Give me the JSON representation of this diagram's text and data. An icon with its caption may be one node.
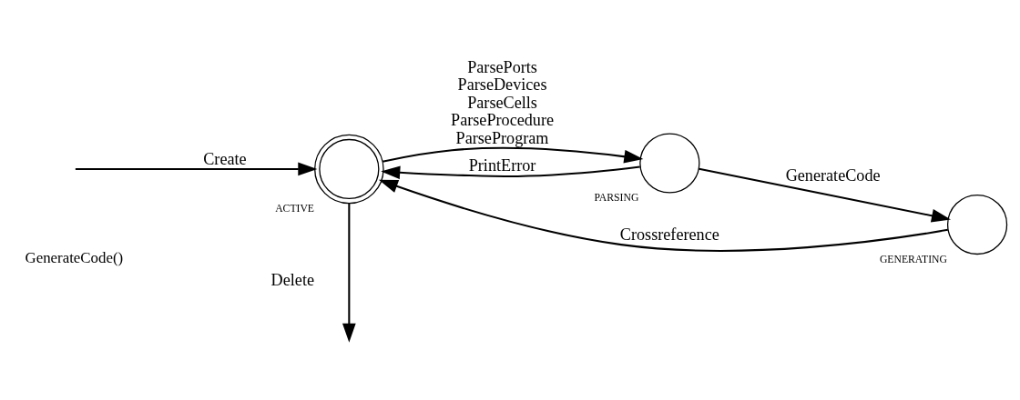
{
  "diagram": {
    "nodes": [
      {
        "text": [
          "ACTIVE"
        ]
      },
      {
        "text": [
          "PARSING"
        ]
      },
      {
        "text": [
          "GENERATING"
        ]
      }
    ],
    "edges": [
      {
        "from": null,
        "to": 0,
        "arrow": "to",
        "label": "Create"
      },
      {
        "from": 0,
        "to": 1,
        "arrow": "to",
        "label": "ParsePorts ParseDevices ParseCells ParseProcedure ParseProgram"
      },
      {
        "from": 1,
        "to": 0,
        "arrow": "to",
        "label": "PrintError"
      },
      {
        "from": 1,
        "to": 2,
        "arrow": "to",
        "label": "GenerateCode"
      },
      {
        "from": 2,
        "to": 0,
        "arrow": "to",
        "label": "Crossreference"
      },
      {
        "from": 0,
        "to": null,
        "arrow": "to",
        "label": "Delete"
      }
    ],
    "labels": [
      "GenerateCode()"
    ]
  }
}
